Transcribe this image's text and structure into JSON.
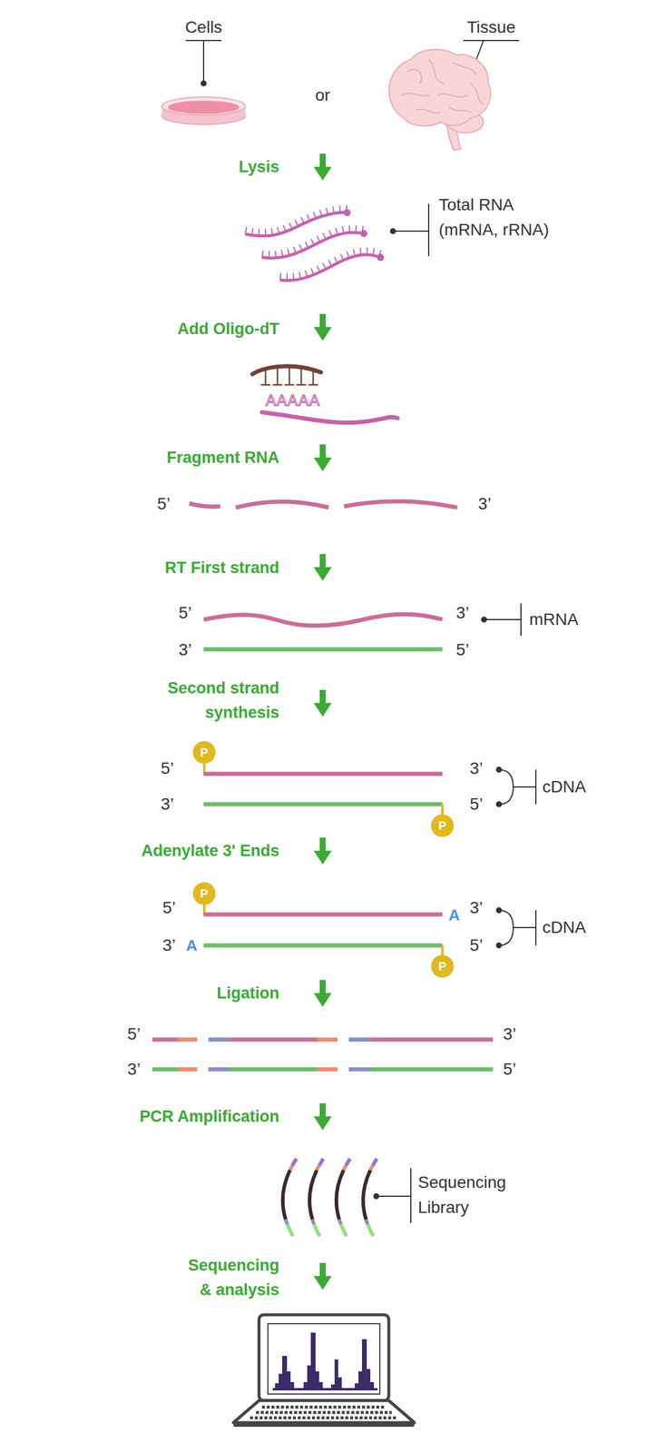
{
  "diagram": {
    "labels": [
      "Cells",
      "Tissue",
      "or",
      "Lysis",
      "Total RNA (mRNA, rRNA)",
      "Add Oligo-dT",
      "AAAAA",
      "Fragment RNA",
      "5’",
      "3’",
      "RT First strand",
      "5’",
      "3’",
      "mRNA",
      "3’",
      "5’",
      "Second strand synthesis",
      "P",
      "5’",
      "3’",
      "cDNA",
      "3’",
      "5’",
      "P",
      "Adenylate 3' Ends",
      "P",
      "5’",
      "A",
      "3’",
      "cDNA",
      "3’",
      "A",
      "5’",
      "P",
      "Ligation",
      "5’",
      "3’",
      "3’",
      "5’",
      "PCR Amplification",
      "Sequencing Library",
      "Sequencing & analysis"
    ]
  }
}
